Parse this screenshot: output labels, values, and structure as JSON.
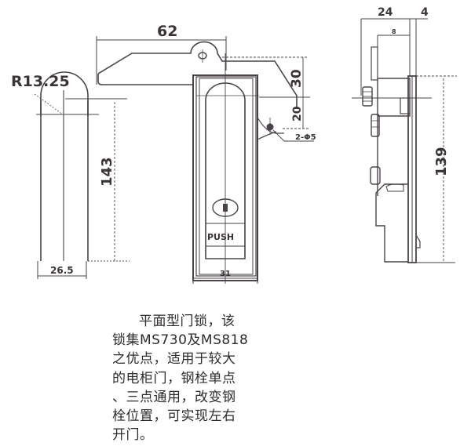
{
  "diagram": {
    "title": "Flush door lock dimension drawing",
    "colors": {
      "line": "#4a434a",
      "dim_line": "#6b646b",
      "text": "#2e2a2e",
      "background": "#ffffff"
    },
    "views": {
      "handle_side": {
        "radius_label": "R13.25",
        "height_label": "143",
        "width_label": "26.5"
      },
      "front": {
        "lever_length_label": "62",
        "upper_offset_label": "30",
        "lower_offset_label": "20",
        "hole_label": "2-Φ5",
        "push_label": "PUSH",
        "body_width_label": "31"
      },
      "side": {
        "depth_label": "24",
        "plate_label": "4",
        "inner_label": "8",
        "height_label": "139"
      }
    },
    "description": {
      "lines": [
        "平面型门锁，该",
        "锁集MS730及MS818",
        "之优点，适用于较大",
        "的电柜门，钢栓单点",
        "、三点通用，改变钢",
        "栓位置，可实现左右",
        "开门。"
      ]
    }
  }
}
